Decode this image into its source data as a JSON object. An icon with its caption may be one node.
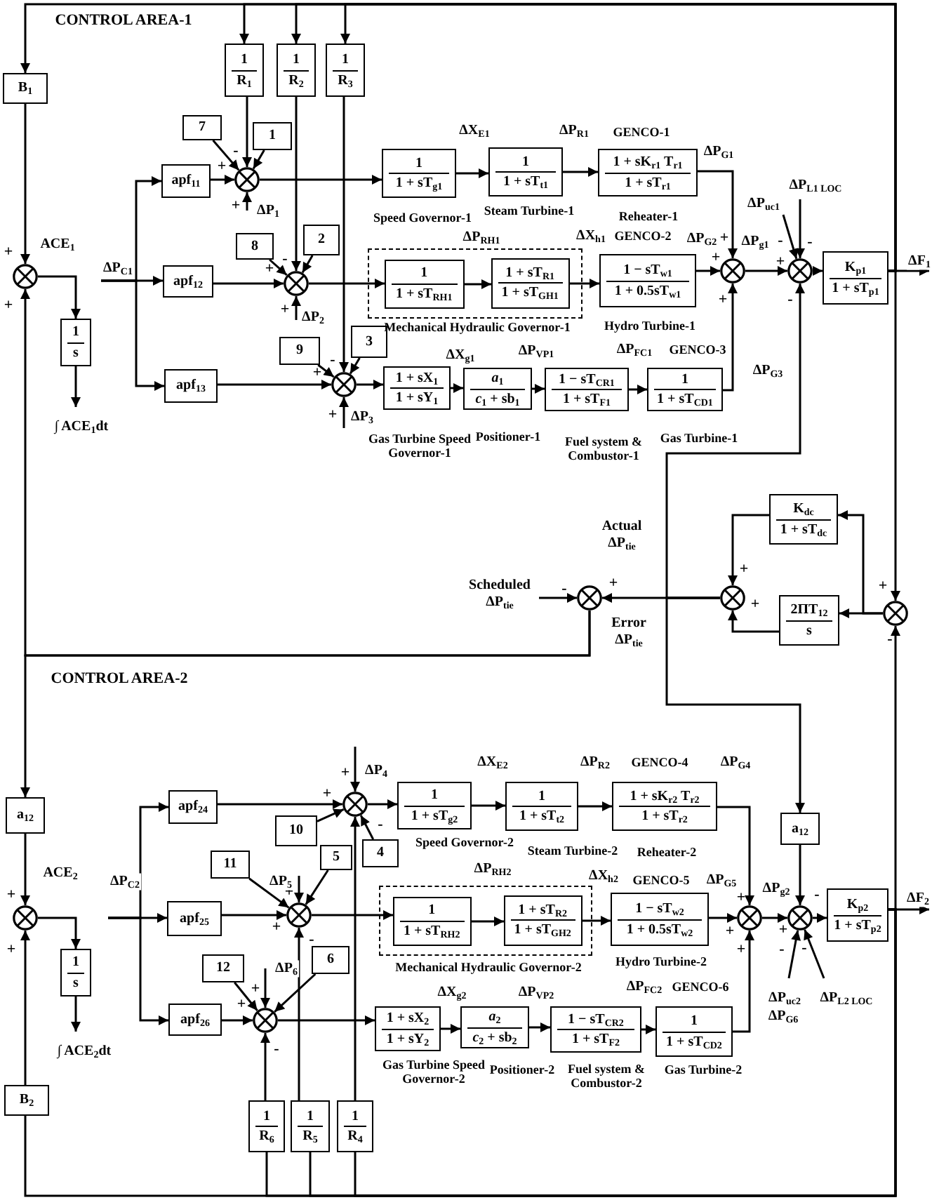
{
  "diagram": {
    "nodes": [
      {
        "text": [
          "B$_{1}$"
        ]
      },
      {
        "text": [
          "1",
          "R$_{1}$"
        ]
      },
      {
        "text": [
          "1",
          "R$_{2}$"
        ]
      },
      {
        "text": [
          "1",
          "R$_{3}$"
        ]
      },
      {
        "text": [
          "7"
        ]
      },
      {
        "text": [
          "1"
        ]
      },
      {
        "text": [],
        "shape": "circle",
        "beside": [
          "-",
          "+",
          "+"
        ]
      },
      {
        "text": [
          "apf$_{11}$"
        ]
      },
      {
        "text": [
          "8"
        ]
      },
      {
        "text": [
          "2"
        ]
      },
      {
        "text": [],
        "shape": "circle",
        "beside": [
          "-",
          "+",
          "+"
        ]
      },
      {
        "text": [
          "apf$_{12}$"
        ]
      },
      {
        "text": [
          "9"
        ]
      },
      {
        "text": [
          "3"
        ]
      },
      {
        "text": [],
        "shape": "circle",
        "beside": [
          "-",
          "+",
          "+"
        ]
      },
      {
        "text": [
          "apf$_{13}$"
        ]
      },
      {
        "text": [],
        "shape": "circle",
        "beside": [
          "+",
          "+"
        ]
      },
      {
        "text": [
          "1",
          "s"
        ]
      },
      {
        "text": [
          "1",
          "1 + sT$_{g1}$"
        ],
        "beside": [
          "Speed Governor-1"
        ]
      },
      {
        "text": [
          "1",
          "1 + sT$_{t1}$"
        ],
        "beside": [
          "Steam Turbine-1"
        ]
      },
      {
        "text": [
          "1 + sK$_{r1}$ T$_{r1}$",
          "1 + sT$_{r1}$"
        ],
        "beside": [
          "GENCO-1",
          "Reheater-1"
        ]
      },
      {
        "text": [
          "Mechanical Hydraulic Governor-1"
        ]
      },
      {
        "text": [
          "1",
          "1 + sT$_{RH1}$"
        ],
        "in": 21
      },
      {
        "text": [
          "1 + sT$_{R1}$",
          "1 + sT$_{GH1}$"
        ],
        "in": 21
      },
      {
        "text": [
          "1 − sT$_{w1}$",
          "1 + 0.5sT$_{w1}$"
        ],
        "beside": [
          "GENCO-2",
          "Hydro Turbine-1"
        ]
      },
      {
        "text": [
          "1 + sX$_{1}$",
          "1 + sY$_{1}$"
        ],
        "beside": [
          "Gas Turbine Speed Governor-1"
        ]
      },
      {
        "text": [
          "*a*$_{1}$",
          "*c*$_{1}$ + sb$_{1}$"
        ],
        "beside": [
          "Positioner-1"
        ]
      },
      {
        "text": [
          "1 − sT$_{CR1}$",
          "1 + sT$_{F1}$"
        ],
        "beside": [
          "Fuel system & Combustor-1"
        ]
      },
      {
        "text": [
          "1",
          "1 + sT$_{CD1}$"
        ],
        "beside": [
          "GENCO-3",
          "Gas Turbine-1"
        ]
      },
      {
        "text": [],
        "shape": "circle",
        "beside": [
          "+",
          "+",
          "+"
        ]
      },
      {
        "text": [],
        "shape": "circle",
        "beside": [
          "+",
          "-",
          "-",
          "-"
        ]
      },
      {
        "text": [
          "K$_{p1}$",
          "1 + sT$_{p1}$"
        ]
      },
      {
        "text": [
          "K$_{dc}$",
          "1 + sT$_{dc}$"
        ]
      },
      {
        "text": [
          "2ΠT$_{12}$",
          "s"
        ]
      },
      {
        "text": [],
        "shape": "circle",
        "beside": [
          "+",
          "-"
        ]
      },
      {
        "text": [],
        "shape": "circle",
        "beside": [
          "+",
          "+"
        ]
      },
      {
        "text": [],
        "shape": "circle",
        "beside": [
          "-",
          "+"
        ]
      },
      {
        "text": [
          "a$_{12}$"
        ]
      },
      {
        "text": [],
        "shape": "circle",
        "beside": [
          "+",
          "+"
        ]
      },
      {
        "text": [
          "1",
          "s"
        ]
      },
      {
        "text": [
          "B$_{2}$"
        ]
      },
      {
        "text": [
          "apf$_{24}$"
        ]
      },
      {
        "text": [
          "10"
        ]
      },
      {
        "text": [
          "4"
        ]
      },
      {
        "text": [],
        "shape": "circle",
        "beside": [
          "+",
          "+",
          "-"
        ]
      },
      {
        "text": [
          "apf$_{25}$"
        ]
      },
      {
        "text": [
          "11"
        ]
      },
      {
        "text": [
          "5"
        ]
      },
      {
        "text": [],
        "shape": "circle",
        "beside": [
          "+",
          "+",
          "-"
        ]
      },
      {
        "text": [
          "apf$_{26}$"
        ]
      },
      {
        "text": [
          "12"
        ]
      },
      {
        "text": [
          "6"
        ]
      },
      {
        "text": [],
        "shape": "circle",
        "beside": [
          "+",
          "+",
          "-"
        ]
      },
      {
        "text": [
          "1",
          "R$_{6}$"
        ]
      },
      {
        "text": [
          "1",
          "R$_{5}$"
        ]
      },
      {
        "text": [
          "1",
          "R$_{4}$"
        ]
      },
      {
        "text": [
          "1",
          "1 + sT$_{g2}$"
        ],
        "beside": [
          "Speed Governor-2"
        ]
      },
      {
        "text": [
          "1",
          "1 + sT$_{t2}$"
        ],
        "beside": [
          "Steam Turbine-2"
        ]
      },
      {
        "text": [
          "1 + sK$_{r2}$ T$_{r2}$",
          "1 + sT$_{r2}$"
        ],
        "beside": [
          "GENCO-4",
          "Reheater-2"
        ]
      },
      {
        "text": [
          "Mechanical Hydraulic Governor-2"
        ]
      },
      {
        "text": [
          "1",
          "1 + sT$_{RH2}$"
        ],
        "in": 59
      },
      {
        "text": [
          "1 + sT$_{R2}$",
          "1 + sT$_{GH2}$"
        ],
        "in": 59
      },
      {
        "text": [
          "1 − sT$_{w2}$",
          "1 + 0.5sT$_{w2}$"
        ],
        "beside": [
          "GENCO-5",
          "Hydro Turbine-2"
        ]
      },
      {
        "text": [
          "1 + sX$_{2}$",
          "1 + sY$_{2}$"
        ],
        "beside": [
          "Gas Turbine Speed Governor-2"
        ]
      },
      {
        "text": [
          "*a*$_{2}$",
          "*c*$_{2}$ + sb$_{2}$"
        ],
        "beside": [
          "Positioner-2"
        ]
      },
      {
        "text": [
          "1 − sT$_{CR2}$",
          "1 + sT$_{F2}$"
        ],
        "beside": [
          "Fuel system & Combustor-2"
        ]
      },
      {
        "text": [
          "1",
          "1 + sT$_{CD2}$"
        ],
        "beside": [
          "GENCO-6",
          "Gas Turbine-2"
        ]
      },
      {
        "text": [],
        "shape": "circle",
        "beside": [
          "+",
          "+",
          "+"
        ]
      },
      {
        "text": [],
        "shape": "circle",
        "beside": [
          "-",
          "+",
          "-",
          "-"
        ]
      },
      {
        "text": [
          "a$_{12}$"
        ]
      },
      {
        "text": [
          "K$_{p2}$",
          "1 + sT$_{p2}$"
        ]
      }
    ],
    "edges": [
      {
        "from": 31,
        "to": null,
        "arrow": "to",
        "label": "ΔF$_{1}$"
      },
      {
        "from": 31,
        "to": 0,
        "arrow": "to"
      },
      {
        "from": 31,
        "to": 1,
        "arrow": "to"
      },
      {
        "from": 31,
        "to": 2,
        "arrow": "to"
      },
      {
        "from": 31,
        "to": 3,
        "arrow": "to"
      },
      {
        "from": 31,
        "to": 34,
        "arrow": "to"
      },
      {
        "from": 0,
        "to": 16,
        "arrow": "to"
      },
      {
        "from": 1,
        "to": 6,
        "arrow": "to"
      },
      {
        "from": 2,
        "to": 10,
        "arrow": "to"
      },
      {
        "from": 3,
        "to": 14,
        "arrow": "to"
      },
      {
        "from": 4,
        "to": 6,
        "arrow": "to"
      },
      {
        "from": 5,
        "to": 6,
        "arrow": "to"
      },
      {
        "from": 8,
        "to": 10,
        "arrow": "to"
      },
      {
        "from": 9,
        "to": 10,
        "arrow": "to"
      },
      {
        "from": 12,
        "to": 14,
        "arrow": "to"
      },
      {
        "from": 13,
        "to": 14,
        "arrow": "to"
      },
      {
        "from": null,
        "to": 6,
        "arrow": "to",
        "label": "ΔP$_{1}$"
      },
      {
        "from": null,
        "to": 10,
        "arrow": "to",
        "label": "ΔP$_{2}$"
      },
      {
        "from": null,
        "to": 14,
        "arrow": "to",
        "label": "ΔP$_{3}$"
      },
      {
        "from": null,
        "to": 7,
        "arrow": "to",
        "label": "ΔP$_{C1}$"
      },
      {
        "from": null,
        "to": 11,
        "arrow": "to"
      },
      {
        "from": null,
        "to": 15,
        "arrow": "to"
      },
      {
        "from": 7,
        "to": 6,
        "arrow": "to"
      },
      {
        "from": 11,
        "to": 10,
        "arrow": "to"
      },
      {
        "from": 15,
        "to": 14,
        "arrow": "to"
      },
      {
        "from": 16,
        "to": 17,
        "arrow": "to",
        "label": "ACE$_{1}$"
      },
      {
        "from": 17,
        "to": null,
        "arrow": "to",
        "label": "∫ ACE$_{1}$dt"
      },
      {
        "from": 6,
        "to": 18,
        "arrow": "to"
      },
      {
        "from": 18,
        "to": 19,
        "arrow": "to",
        "label": "ΔX$_{E1}$"
      },
      {
        "from": 19,
        "to": 20,
        "arrow": "to",
        "label": "ΔP$_{R1}$"
      },
      {
        "from": 20,
        "to": 29,
        "arrow": "to",
        "label": "ΔP$_{G1}$"
      },
      {
        "from": 10,
        "to": 22,
        "arrow": "to"
      },
      {
        "from": 22,
        "to": 23,
        "arrow": "to",
        "label": "ΔP$_{RH1}$"
      },
      {
        "from": 23,
        "to": 24,
        "arrow": "to",
        "label": "ΔX$_{h1}$"
      },
      {
        "from": 24,
        "to": 29,
        "arrow": "to",
        "label": "ΔP$_{G2}$"
      },
      {
        "from": 14,
        "to": 25,
        "arrow": "to"
      },
      {
        "from": 25,
        "to": 26,
        "arrow": "to",
        "label": "ΔX$_{g1}$"
      },
      {
        "from": 26,
        "to": 27,
        "arrow": "to",
        "label": "ΔP$_{VP1}$"
      },
      {
        "from": 27,
        "to": 28,
        "arrow": "to",
        "label": "ΔP$_{FC1}$"
      },
      {
        "from": 28,
        "to": 29,
        "arrow": "to",
        "label": "ΔP$_{G3}$"
      },
      {
        "from": 29,
        "to": 30,
        "arrow": "to",
        "label": "ΔP$_{g1}$"
      },
      {
        "from": null,
        "to": 30,
        "arrow": "to",
        "label": "ΔP$_{uc1}$"
      },
      {
        "from": null,
        "to": 30,
        "arrow": "to",
        "label": "ΔP$_{L1 LOC}$"
      },
      {
        "from": 30,
        "to": 31,
        "arrow": "to"
      },
      {
        "from": 35,
        "to": 30,
        "arrow": "to"
      },
      {
        "from": 35,
        "to": 69,
        "arrow": "to"
      },
      {
        "from": 35,
        "to": 36,
        "arrow": "to",
        "label": "Actual ΔP$_{tie}$"
      },
      {
        "from": null,
        "to": 36,
        "arrow": "to",
        "label": "Scheduled ΔP$_{tie}$"
      },
      {
        "from": 36,
        "to": 16,
        "arrow": "to",
        "label": "Error ΔP$_{tie}$"
      },
      {
        "from": 36,
        "to": 37,
        "arrow": "to"
      },
      {
        "from": 37,
        "to": 38,
        "arrow": "to"
      },
      {
        "from": 40,
        "to": 38,
        "arrow": "to"
      },
      {
        "from": 38,
        "to": 39,
        "arrow": "to",
        "label": "ACE$_{2}$"
      },
      {
        "from": 39,
        "to": null,
        "arrow": "to",
        "label": "∫ ACE$_{2}$dt"
      },
      {
        "from": 34,
        "to": 33,
        "arrow": "to"
      },
      {
        "from": 34,
        "to": 32,
        "arrow": "to"
      },
      {
        "from": 32,
        "to": 35,
        "arrow": "to"
      },
      {
        "from": 33,
        "to": 35,
        "arrow": "to"
      },
      {
        "from": 70,
        "to": null,
        "arrow": "to",
        "label": "ΔF$_{2}$"
      },
      {
        "from": 70,
        "to": 34,
        "arrow": "to"
      },
      {
        "from": 70,
        "to": 40,
        "arrow": "none"
      },
      {
        "from": 70,
        "to": 53,
        "arrow": "none"
      },
      {
        "from": 70,
        "to": 54,
        "arrow": "none"
      },
      {
        "from": 70,
        "to": 55,
        "arrow": "none"
      },
      {
        "from": 55,
        "to": 44,
        "arrow": "to"
      },
      {
        "from": 54,
        "to": 48,
        "arrow": "to"
      },
      {
        "from": 53,
        "to": 52,
        "arrow": "to"
      },
      {
        "from": 42,
        "to": 44,
        "arrow": "to"
      },
      {
        "from": 43,
        "to": 44,
        "arrow": "to"
      },
      {
        "from": 46,
        "to": 48,
        "arrow": "to"
      },
      {
        "from": 47,
        "to": 48,
        "arrow": "to"
      },
      {
        "from": 50,
        "to": 52,
        "arrow": "to"
      },
      {
        "from": 51,
        "to": 52,
        "arrow": "to"
      },
      {
        "from": null,
        "to": 44,
        "arrow": "to",
        "label": "ΔP$_{4}$"
      },
      {
        "from": null,
        "to": 48,
        "arrow": "to",
        "label": "ΔP$_{5}$"
      },
      {
        "from": null,
        "to": 52,
        "arrow": "to",
        "label": "ΔP$_{6}$"
      },
      {
        "from": 41,
        "to": 44,
        "arrow": "to"
      },
      {
        "from": 45,
        "to": 48,
        "arrow": "to"
      },
      {
        "from": 49,
        "to": 52,
        "arrow": "to"
      },
      {
        "from": null,
        "to": 41,
        "arrow": "to",
        "label": "ΔP$_{C2}$"
      },
      {
        "from": null,
        "to": 45,
        "arrow": "to"
      },
      {
        "from": null,
        "to": 49,
        "arrow": "to"
      },
      {
        "from": 44,
        "to": 56,
        "arrow": "to"
      },
      {
        "from": 56,
        "to": 57,
        "arrow": "to",
        "label": "ΔX$_{E2}$"
      },
      {
        "from": 57,
        "to": 58,
        "arrow": "to",
        "label": "ΔP$_{R2}$"
      },
      {
        "from": 58,
        "to": 67,
        "arrow": "to",
        "label": "ΔP$_{G4}$"
      },
      {
        "from": 48,
        "to": 60,
        "arrow": "to"
      },
      {
        "from": 60,
        "to": 61,
        "arrow": "to",
        "label": "ΔP$_{RH2}$"
      },
      {
        "from": 61,
        "to": 62,
        "arrow": "to",
        "label": "ΔX$_{h2}$"
      },
      {
        "from": 62,
        "to": 67,
        "arrow": "to",
        "label": "ΔP$_{G5}$"
      },
      {
        "from": 52,
        "to": 63,
        "arrow": "to"
      },
      {
        "from": 63,
        "to": 64,
        "arrow": "to",
        "label": "ΔX$_{g2}$"
      },
      {
        "from": 64,
        "to": 65,
        "arrow": "to",
        "label": "ΔP$_{VP2}$"
      },
      {
        "from": 65,
        "to": 66,
        "arrow": "to",
        "label": "ΔP$_{FC2}$"
      },
      {
        "from": 66,
        "to": 67,
        "arrow": "to",
        "label": "ΔP$_{G6}$"
      },
      {
        "from": 67,
        "to": 68,
        "arrow": "to",
        "label": "ΔP$_{g2}$"
      },
      {
        "from": 69,
        "to": 68,
        "arrow": "to"
      },
      {
        "from": 68,
        "to": 70,
        "arrow": "to"
      },
      {
        "from": null,
        "to": 68,
        "arrow": "to",
        "label": "ΔP$_{uc2}$"
      },
      {
        "from": null,
        "to": 68,
        "arrow": "to",
        "label": "ΔP$_{L2 LOC}$"
      }
    ],
    "labels": [
      "CONTROL AREA-1",
      "CONTROL AREA-2"
    ]
  }
}
